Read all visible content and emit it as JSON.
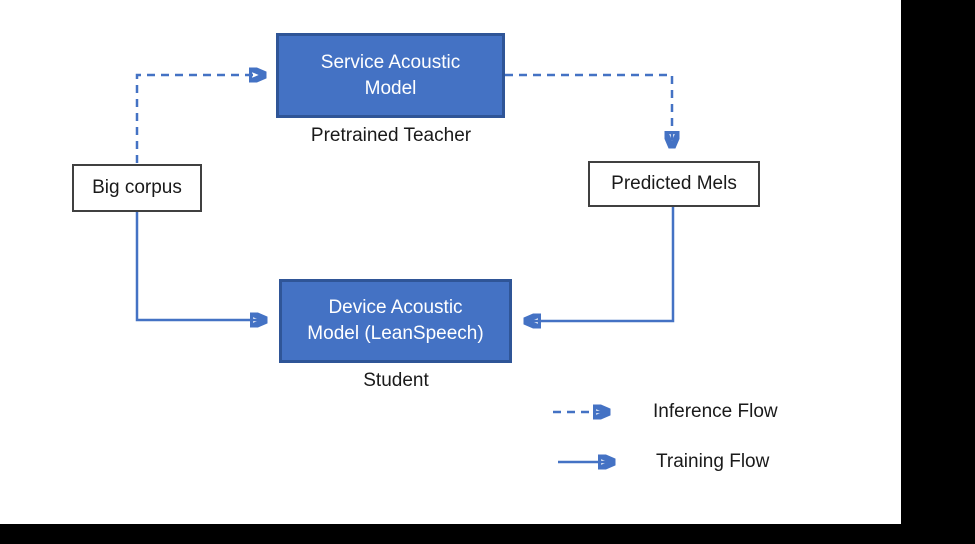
{
  "canvas": {
    "slide_background": "#ffffff",
    "outside_background": "#000000",
    "accent_blue": "#4472C4",
    "blue_box_border": "#2F5597",
    "white_box_border": "#404040",
    "text_color": "#1a1a1a"
  },
  "nodes": {
    "service": {
      "lines": [
        "Service Acoustic",
        "Model"
      ],
      "label": "Service Acoustic Model",
      "caption": "Pretrained Teacher"
    },
    "big_corpus": {
      "label": "Big corpus"
    },
    "predicted_mels": {
      "label": "Predicted Mels"
    },
    "device": {
      "lines": [
        "Device Acoustic",
        "Model (LeanSpeech)"
      ],
      "label": "Device Acoustic Model (LeanSpeech)",
      "caption": "Student"
    }
  },
  "edges": [
    {
      "from": "big_corpus",
      "to": "service",
      "type": "inference",
      "style": "dashed"
    },
    {
      "from": "service",
      "to": "predicted_mels",
      "type": "inference",
      "style": "dashed"
    },
    {
      "from": "big_corpus",
      "to": "device",
      "type": "training",
      "style": "solid"
    },
    {
      "from": "predicted_mels",
      "to": "device",
      "type": "training",
      "style": "solid"
    }
  ],
  "legend": {
    "inference_label": "Inference Flow",
    "training_label": "Training Flow"
  }
}
